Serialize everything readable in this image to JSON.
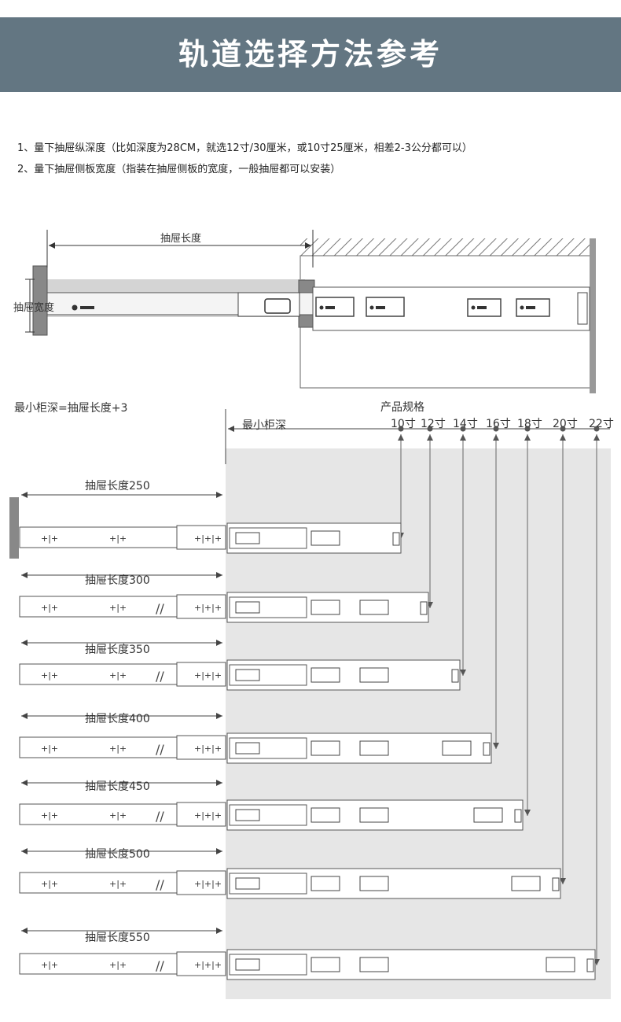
{
  "banner": {
    "title": "轨道选择方法参考"
  },
  "notes": [
    "1、量下抽屉纵深度（比如深度为28CM，就选12寸/30厘米，或10寸25厘米，相差2-3公分都可以）",
    "2、量下抽屉侧板宽度（指装在抽屉侧板的宽度，一般抽屉都可以安装）"
  ],
  "top_diagram": {
    "drawer_length_label": "抽屉长度",
    "drawer_width_label": "抽屉宽度"
  },
  "formula": "最小柜深=抽屉长度+3",
  "spec_title": "产品规格",
  "min_depth_label": "最小柜深",
  "specs": [
    "10寸",
    "12寸",
    "14寸",
    "16寸",
    "18寸",
    "20寸",
    "22寸"
  ],
  "rows": [
    {
      "label": "抽屉长度250"
    },
    {
      "label": "抽屉长度300"
    },
    {
      "label": "抽屉长度350"
    },
    {
      "label": "抽屉长度400"
    },
    {
      "label": "抽屉长度450"
    },
    {
      "label": "抽屉长度500"
    },
    {
      "label": "抽屉长度550"
    }
  ],
  "colors": {
    "banner": "#637682",
    "cabinet": "#e6e6e6",
    "line": "#555555"
  }
}
